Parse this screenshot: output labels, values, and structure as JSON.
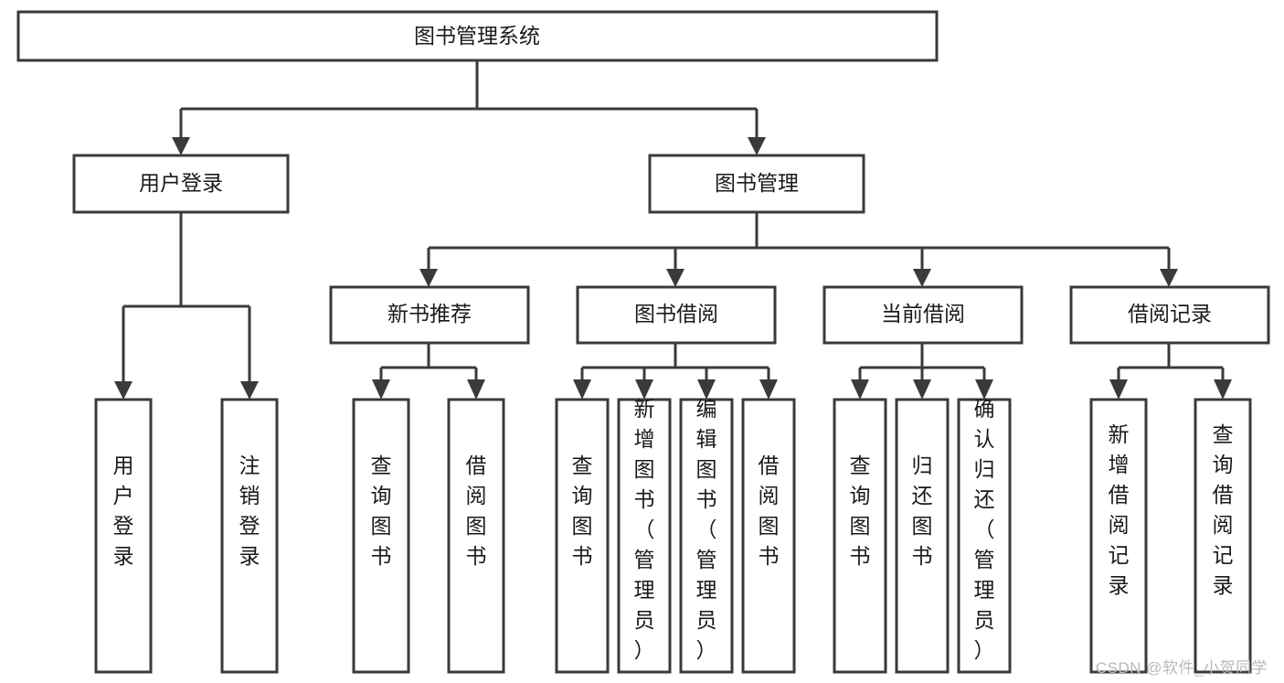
{
  "diagram": {
    "title": "图书管理系统",
    "type": "tree-hierarchy-diagram",
    "colors": {
      "node_fill": "#ffffff",
      "node_stroke": "#3a3a3a",
      "text": "#1a1a1a",
      "watermark": "#b9b9b9",
      "background": "#ffffff"
    },
    "root": {
      "label": "图书管理系统"
    },
    "level2": [
      {
        "label": "用户登录"
      },
      {
        "label": "图书管理"
      }
    ],
    "level3": [
      {
        "label": "新书推荐"
      },
      {
        "label": "图书借阅"
      },
      {
        "label": "当前借阅"
      },
      {
        "label": "借阅记录"
      }
    ],
    "leaves": {
      "user_login": [
        {
          "label": "用户登录"
        },
        {
          "label": "注销登录"
        }
      ],
      "new_book_recommend": [
        {
          "label": "查询图书"
        },
        {
          "label": "借阅图书"
        }
      ],
      "book_borrow": [
        {
          "label": "查询图书"
        },
        {
          "label": "新增图书（管理员）"
        },
        {
          "label": "编辑图书（管理员）"
        },
        {
          "label": "借阅图书"
        }
      ],
      "current_borrow": [
        {
          "label": "查询图书"
        },
        {
          "label": "归还图书"
        },
        {
          "label": "确认归还（管理员）"
        }
      ],
      "borrow_records": [
        {
          "label": "新增借阅记录"
        },
        {
          "label": "查询借阅记录"
        }
      ]
    }
  },
  "watermark": {
    "text": "CSDN @软件_小贺同学"
  }
}
